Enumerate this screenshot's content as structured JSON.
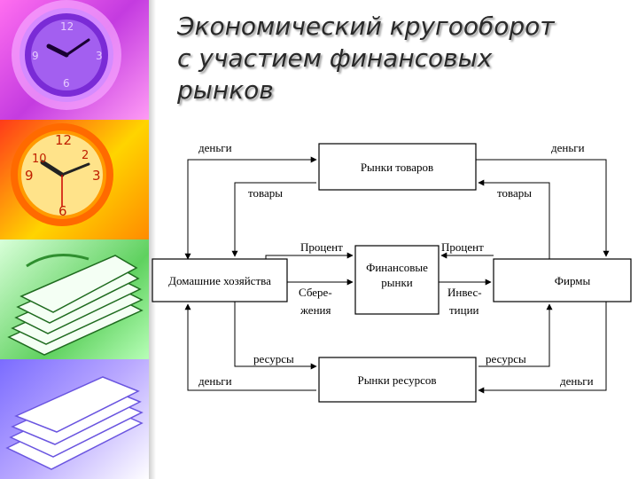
{
  "slide": {
    "title_lines": [
      "Экономический кругооборот",
      "с участием финансовых",
      "рынков"
    ]
  },
  "sidebar": {
    "images": [
      "clock-purple",
      "clock-orange",
      "papers-green",
      "papers-violet"
    ]
  },
  "diagram": {
    "boxes": {
      "goods_market": "Рынки товаров",
      "resources_market": "Рынки ресурсов",
      "households": "Домашние хозяйства",
      "firms": "Фирмы",
      "financial_markets": [
        "Финансовые",
        "рынки"
      ]
    },
    "labels": {
      "money_top_left": "деньги",
      "money_top_right": "деньги",
      "goods_left": "товары",
      "goods_right": "товары",
      "interest_left": "Процент",
      "interest_right": "Процент",
      "savings": [
        "Сбере-",
        "жения"
      ],
      "investments": [
        "Инвес-",
        "тиции"
      ],
      "resources_left": "ресурсы",
      "resources_right": "ресурсы",
      "money_bottom_left": "деньги",
      "money_bottom_right": "деньги"
    }
  }
}
